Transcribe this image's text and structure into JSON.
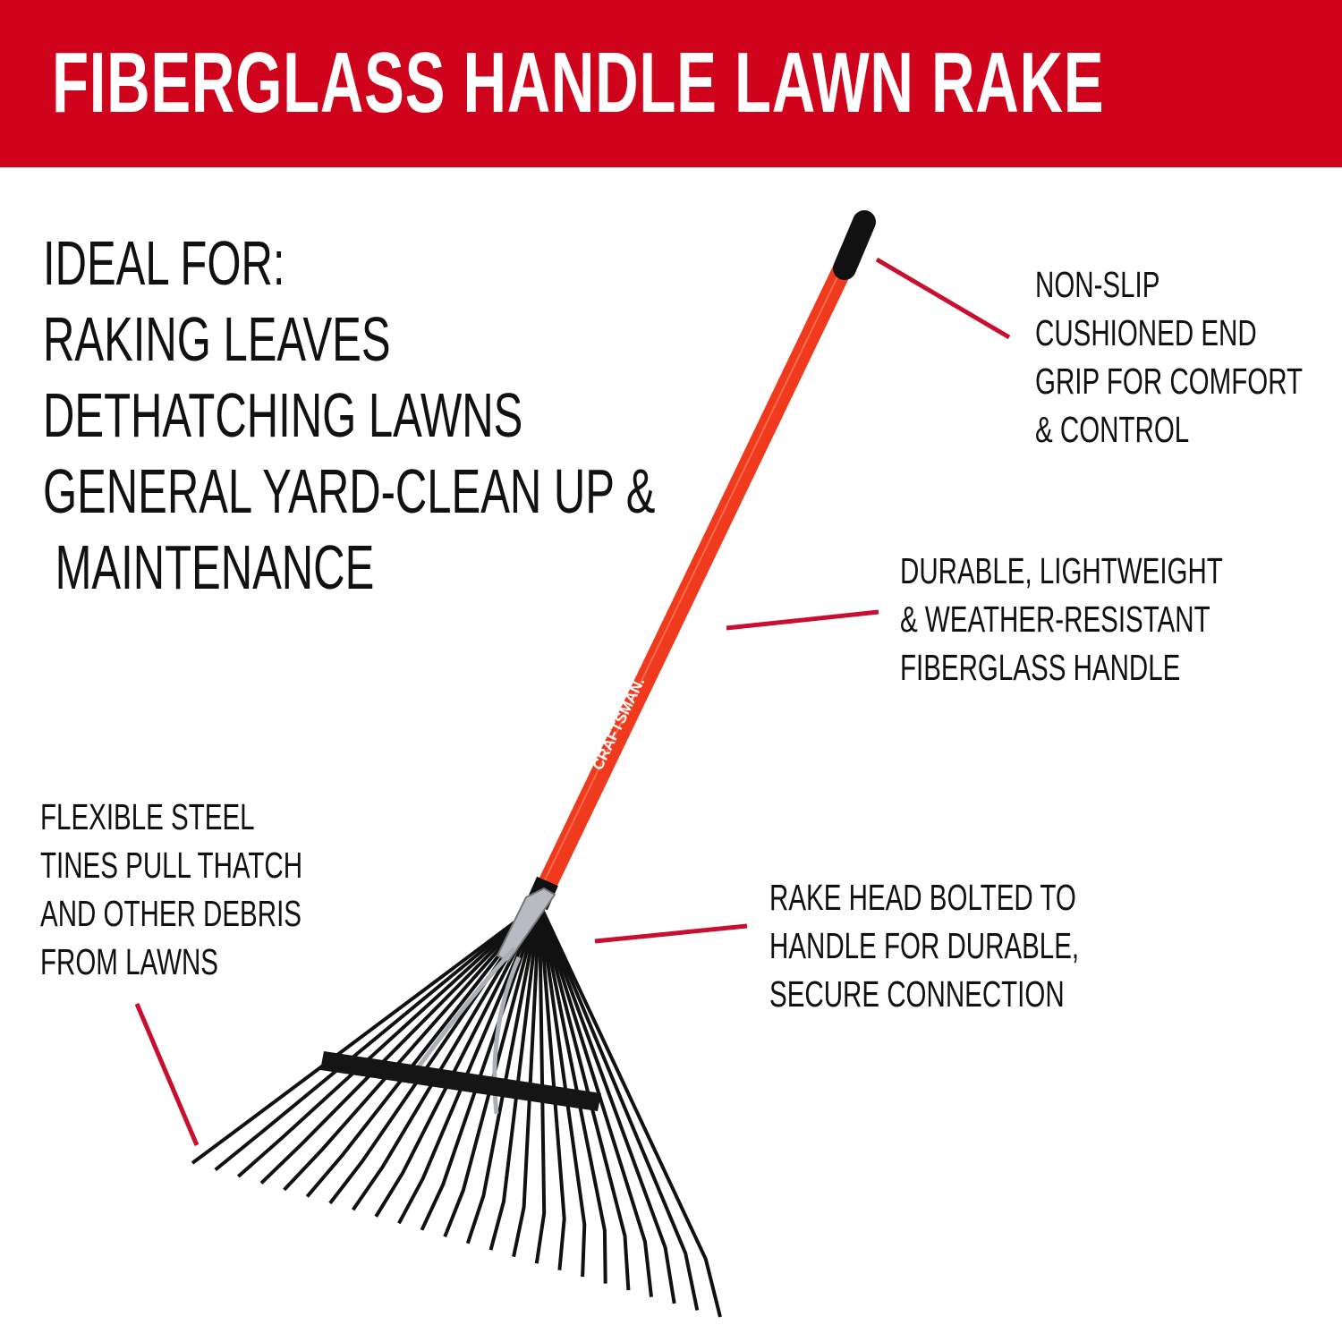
{
  "header": {
    "title": "FIBERGLASS HANDLE LAWN RAKE"
  },
  "ideal_for": {
    "lines": [
      "IDEAL FOR:",
      "RAKING LEAVES",
      "DETHATCHING LAWNS",
      "GENERAL YARD-CLEAN UP &",
      " MAINTENANCE"
    ]
  },
  "callouts": {
    "grip": [
      "NON-SLIP",
      "CUSHIONED END",
      "GRIP FOR COMFORT",
      "& CONTROL"
    ],
    "handle": [
      "DURABLE, LIGHTWEIGHT",
      "& WEATHER-RESISTANT",
      "FIBERGLASS HANDLE"
    ],
    "head": [
      "RAKE HEAD BOLTED TO",
      "HANDLE FOR DURABLE,",
      "SECURE CONNECTION"
    ],
    "tines": [
      "FLEXIBLE STEEL",
      "TINES PULL THATCH",
      "AND OTHER DEBRIS",
      "FROM LAWNS"
    ]
  },
  "product": {
    "brand_logo": "CRAFTSMAN.",
    "tine_count": 24
  },
  "colors": {
    "banner": "#d0031c",
    "handle": "#f03a1e",
    "leader_line": "#c8102e",
    "tines": "#111111"
  }
}
